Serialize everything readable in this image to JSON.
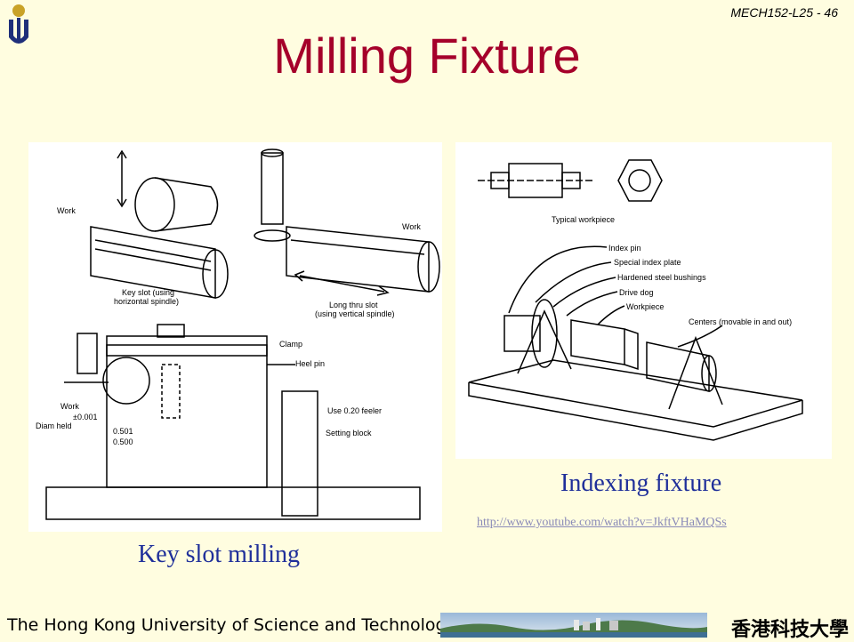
{
  "slide": {
    "course_code": "MECH152-L25 - 46",
    "title": "Milling Fixture",
    "logo_icon": "hkust-logo-icon"
  },
  "left_figure": {
    "caption": "Key slot milling",
    "labels": {
      "work_top": "Work",
      "work_right": "Work",
      "key_slot": "Key slot (using",
      "key_slot_2": "horizontal spindle)",
      "long_thru": "Long thru slot",
      "long_thru_2": "(using vertical spindle)",
      "clamp": "Clamp",
      "heel_pin": "Heel pin",
      "work_bottom": "Work",
      "diam_held": "Diam held",
      "tol": "±0.001",
      "dim1": "0.501",
      "dim2": "0.500",
      "feeler": "Use 0.20 feeler",
      "setting_block": "Setting block"
    }
  },
  "right_figure": {
    "caption": "Indexing fixture",
    "link": "http://www.youtube.com/watch?v=JkftVHaMQSs",
    "labels": {
      "typical": "Typical workpiece",
      "index_pin": "Index pin",
      "index_plate": "Special index plate",
      "bushings": "Hardened steel bushings",
      "drive_dog": "Drive dog",
      "workpiece": "Workpiece",
      "centers": "Centers (movable in and out)"
    }
  },
  "footer": {
    "university": "The Hong Kong University of Science and Technology",
    "chinese_name": "香港科技大學"
  }
}
